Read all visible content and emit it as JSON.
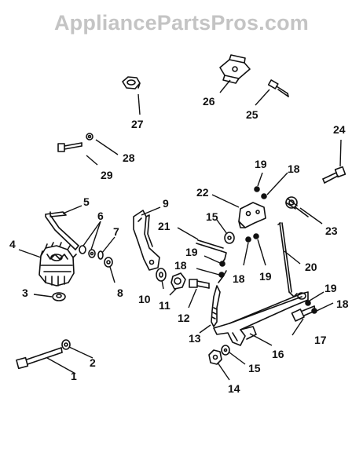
{
  "watermark": "AppliancePartsPros.com",
  "colors": {
    "ink": "#111111",
    "watermark": "#c4c4c4",
    "background": "#ffffff"
  },
  "callouts": {
    "c1": "1",
    "c2": "2",
    "c3": "3",
    "c4": "4",
    "c5": "5",
    "c6": "6",
    "c7": "7",
    "c8": "8",
    "c9": "9",
    "c10": "10",
    "c11": "11",
    "c12": "12",
    "c13": "13",
    "c14": "14",
    "c15a": "15",
    "c15b": "15",
    "c16": "16",
    "c17": "17",
    "c18a": "18",
    "c18b": "18",
    "c18c": "18",
    "c18d": "18",
    "c19a": "19",
    "c19b": "19",
    "c19c": "19",
    "c19d": "19",
    "c20": "20",
    "c21": "21",
    "c22": "22",
    "c23": "23",
    "c24": "24",
    "c25": "25",
    "c26": "26",
    "c27": "27",
    "c28": "28",
    "c29": "29"
  }
}
